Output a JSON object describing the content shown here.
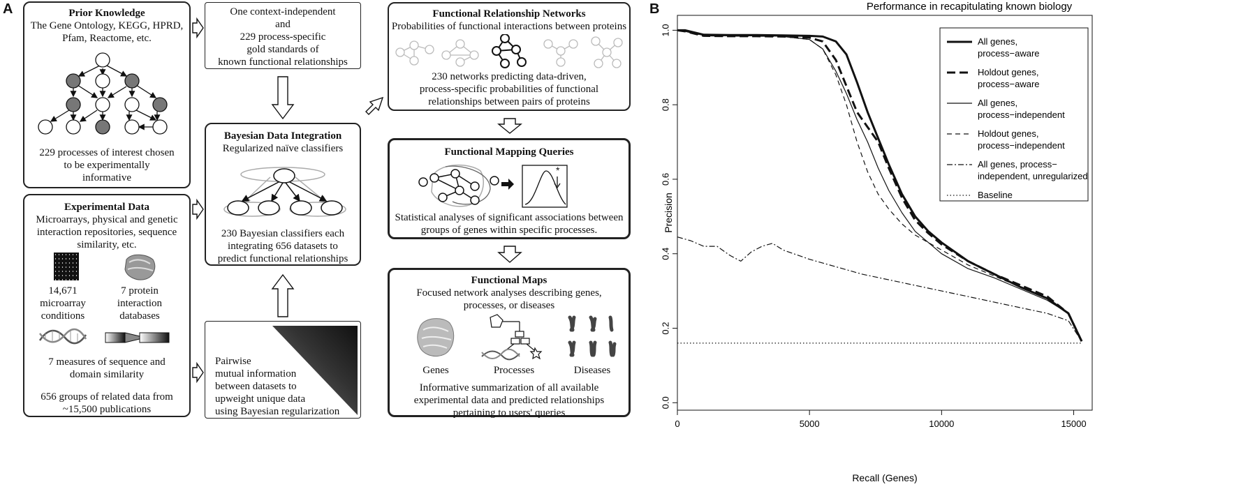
{
  "panel_a_label": "A",
  "panel_b_label": "B",
  "prior": {
    "title": "Prior Knowledge",
    "subtitle": "The Gene Ontology, KEGG, HPRD,\nPfam, Reactome, etc.",
    "caption": "229 processes of interest chosen\nto be experimentally\ninformative"
  },
  "experimental": {
    "title": "Experimental Data",
    "subtitle": "Microarrays, physical and genetic\ninteraction repositories, sequence\nsimilarity, etc.",
    "microarray_label": "14,671\nmicroarray\nconditions",
    "protein_label": "7 protein\ninteraction\ndatabases",
    "sequence_label": "7 measures of sequence and\ndomain similarity",
    "caption": "656 groups of related data from\n~15,500 publications"
  },
  "gold": {
    "text": "One context-independent\nand\n229 process-specific\ngold standards of\nknown functional relationships"
  },
  "bayes": {
    "title": "Bayesian Data Integration",
    "subtitle": "Regularized naïve classifiers",
    "caption": "230 Bayesian classifiers each\nintegrating 656 datasets to\npredict functional relationships"
  },
  "pairwise": {
    "text": "Pairwise\nmutual information\nbetween datasets to\nupweight unique data\nusing Bayesian regularization"
  },
  "frn": {
    "title": "Functional Relationship Networks",
    "subtitle": "Probabilities of functional interactions between proteins",
    "caption": "230 networks predicting data-driven,\nprocess-specific probabilities of functional\nrelationships between pairs of proteins"
  },
  "fmq": {
    "title": "Functional Mapping Queries",
    "caption": "Statistical analyses of significant associations between\ngroups of genes within specific processes."
  },
  "fm": {
    "title": "Functional Maps",
    "subtitle": "Focused network analyses describing genes,\nprocesses, or diseases",
    "genes_label": "Genes",
    "processes_label": "Processes",
    "diseases_label": "Diseases",
    "caption": "Informative summarization of all available\nexperimental data and predicted relationships\npertaining to users' queries"
  },
  "chart_data": {
    "type": "line",
    "title": "Performance in recapitulating known biology",
    "xlabel": "Recall (Genes)",
    "ylabel": "Precision",
    "xlim": [
      0,
      15700
    ],
    "ylim": [
      -0.02,
      1.04
    ],
    "xticks": [
      0,
      5000,
      10000,
      15000
    ],
    "yticks": [
      0.0,
      0.2,
      0.4,
      0.6,
      0.8,
      1.0
    ],
    "legend_position": "top-right",
    "series": [
      {
        "name": "All genes,\nprocess−aware",
        "style": "solid",
        "width": 3,
        "x": [
          0,
          300,
          1000,
          2000,
          3000,
          4000,
          5000,
          5500,
          6000,
          6400,
          6800,
          7200,
          7600,
          8000,
          8500,
          9000,
          9500,
          10000,
          11000,
          12000,
          13000,
          14000,
          14800,
          15300
        ],
        "y": [
          1.0,
          1.0,
          0.988,
          0.987,
          0.987,
          0.986,
          0.985,
          0.983,
          0.97,
          0.935,
          0.86,
          0.78,
          0.71,
          0.64,
          0.56,
          0.5,
          0.46,
          0.43,
          0.38,
          0.345,
          0.31,
          0.28,
          0.24,
          0.165
        ]
      },
      {
        "name": "Holdout genes,\nprocess−aware",
        "style": "dashed-thick",
        "width": 3,
        "x": [
          0,
          300,
          1000,
          2000,
          3000,
          4000,
          5000,
          5500,
          6000,
          6400,
          6800,
          7200,
          7600,
          8000,
          8500,
          9000,
          9500,
          10000,
          11000,
          12000,
          13000,
          14000,
          14800,
          15300
        ],
        "y": [
          1.0,
          0.997,
          0.985,
          0.984,
          0.984,
          0.983,
          0.98,
          0.97,
          0.92,
          0.85,
          0.78,
          0.74,
          0.7,
          0.63,
          0.55,
          0.49,
          0.455,
          0.425,
          0.38,
          0.345,
          0.315,
          0.285,
          0.24,
          0.165
        ]
      },
      {
        "name": "All genes,\nprocess−independent",
        "style": "solid",
        "width": 1.2,
        "x": [
          0,
          300,
          1000,
          2000,
          3000,
          4000,
          5000,
          5500,
          6000,
          6400,
          6800,
          7200,
          7600,
          8000,
          8500,
          9000,
          9500,
          10000,
          11000,
          12000,
          13000,
          14000,
          14800,
          15300
        ],
        "y": [
          1.0,
          0.997,
          0.986,
          0.985,
          0.985,
          0.984,
          0.975,
          0.95,
          0.89,
          0.83,
          0.76,
          0.7,
          0.63,
          0.57,
          0.51,
          0.46,
          0.43,
          0.4,
          0.36,
          0.335,
          0.305,
          0.275,
          0.24,
          0.165
        ]
      },
      {
        "name": "Holdout genes,\nprocess−independent",
        "style": "dashed",
        "width": 1.2,
        "x": [
          0,
          300,
          1000,
          2000,
          3000,
          4000,
          5000,
          5500,
          6000,
          6400,
          6800,
          7200,
          7600,
          8000,
          8500,
          9000,
          9500,
          10000,
          11000,
          12000,
          13000,
          14000,
          14800,
          15300
        ],
        "y": [
          1.0,
          0.997,
          0.985,
          0.984,
          0.984,
          0.983,
          0.975,
          0.95,
          0.88,
          0.8,
          0.7,
          0.62,
          0.56,
          0.52,
          0.48,
          0.45,
          0.43,
          0.41,
          0.37,
          0.34,
          0.31,
          0.28,
          0.24,
          0.165
        ]
      },
      {
        "name": "All genes, process−\nindependent, unregularized",
        "style": "dashdot",
        "width": 1.2,
        "x": [
          0,
          500,
          1000,
          1500,
          2000,
          2400,
          2800,
          3200,
          3600,
          4000,
          5000,
          6000,
          7000,
          8000,
          9000,
          10000,
          11000,
          12000,
          13000,
          14000,
          14800,
          15300
        ],
        "y": [
          0.445,
          0.435,
          0.42,
          0.42,
          0.395,
          0.38,
          0.405,
          0.42,
          0.428,
          0.41,
          0.385,
          0.365,
          0.345,
          0.33,
          0.315,
          0.3,
          0.285,
          0.27,
          0.255,
          0.24,
          0.22,
          0.165
        ]
      },
      {
        "name": "Baseline",
        "style": "dotted",
        "width": 1.2,
        "x": [
          0,
          15300
        ],
        "y": [
          0.16,
          0.16
        ]
      }
    ]
  }
}
